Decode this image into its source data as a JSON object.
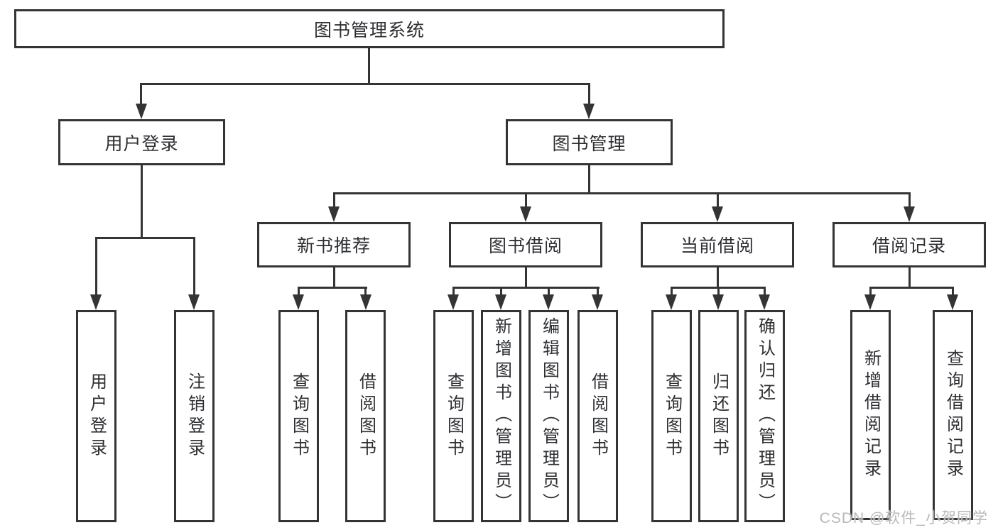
{
  "diagram": {
    "root": {
      "label": "图书管理系统",
      "children": [
        {
          "label": "用户登录",
          "children": [
            {
              "label": "用户登录"
            },
            {
              "label": "注销登录"
            }
          ]
        },
        {
          "label": "图书管理",
          "children": [
            {
              "label": "新书推荐",
              "children": [
                {
                  "label": "查询图书"
                },
                {
                  "label": "借阅图书"
                }
              ]
            },
            {
              "label": "图书借阅",
              "children": [
                {
                  "label": "查询图书"
                },
                {
                  "label": "新增图书（管理员）"
                },
                {
                  "label": "编辑图书（管理员）"
                },
                {
                  "label": "借阅图书"
                }
              ]
            },
            {
              "label": "当前借阅",
              "children": [
                {
                  "label": "查询图书"
                },
                {
                  "label": "归还图书"
                },
                {
                  "label": "确认归还（管理员）"
                }
              ]
            },
            {
              "label": "借阅记录",
              "children": [
                {
                  "label": "新增借阅记录"
                },
                {
                  "label": "查询借阅记录"
                }
              ]
            }
          ]
        }
      ]
    }
  },
  "watermark": {
    "text": "CSDN @软件_小贺同学"
  },
  "colors": {
    "line": "#343434",
    "text": "#2d2f33",
    "background": "#ffffff",
    "watermark": "#b9b9b9"
  }
}
